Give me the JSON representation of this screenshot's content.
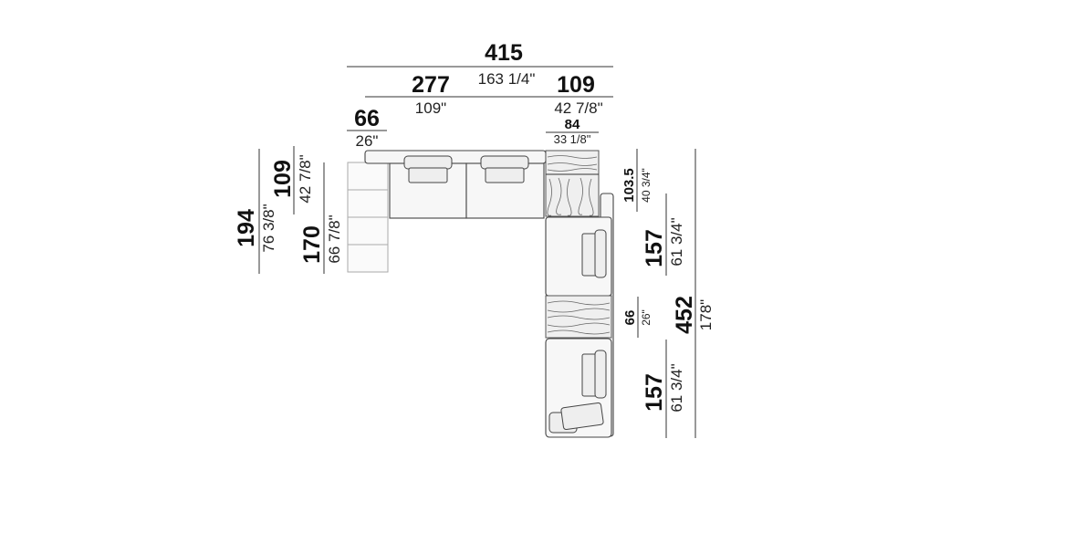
{
  "colors": {
    "line": "#333333",
    "text": "#111111",
    "fill": "#f6f6f6"
  },
  "dimensions": {
    "total_width": {
      "cm": "415",
      "inch": "163 1/4\""
    },
    "sofa_width": {
      "cm": "277",
      "inch": "109\""
    },
    "corner_width": {
      "cm": "109",
      "inch": "42 7/8\""
    },
    "left_module": {
      "cm": "66",
      "inch": "26\""
    },
    "table_width": {
      "cm": "84",
      "inch": "33 1/8\""
    },
    "left_total": {
      "cm": "194",
      "inch": "76 3/8\""
    },
    "left_depth": {
      "cm": "109",
      "inch": "42 7/8\""
    },
    "left_side": {
      "cm": "170",
      "inch": "66 7/8\""
    },
    "right_top": {
      "cm": "103.5",
      "inch": "40 3/4\""
    },
    "right_upper": {
      "cm": "157",
      "inch": "61 3/4\""
    },
    "right_mid": {
      "cm": "66",
      "inch": "26\""
    },
    "right_lower": {
      "cm": "157",
      "inch": "61 3/4\""
    },
    "right_total": {
      "cm": "452",
      "inch": "178\""
    }
  }
}
